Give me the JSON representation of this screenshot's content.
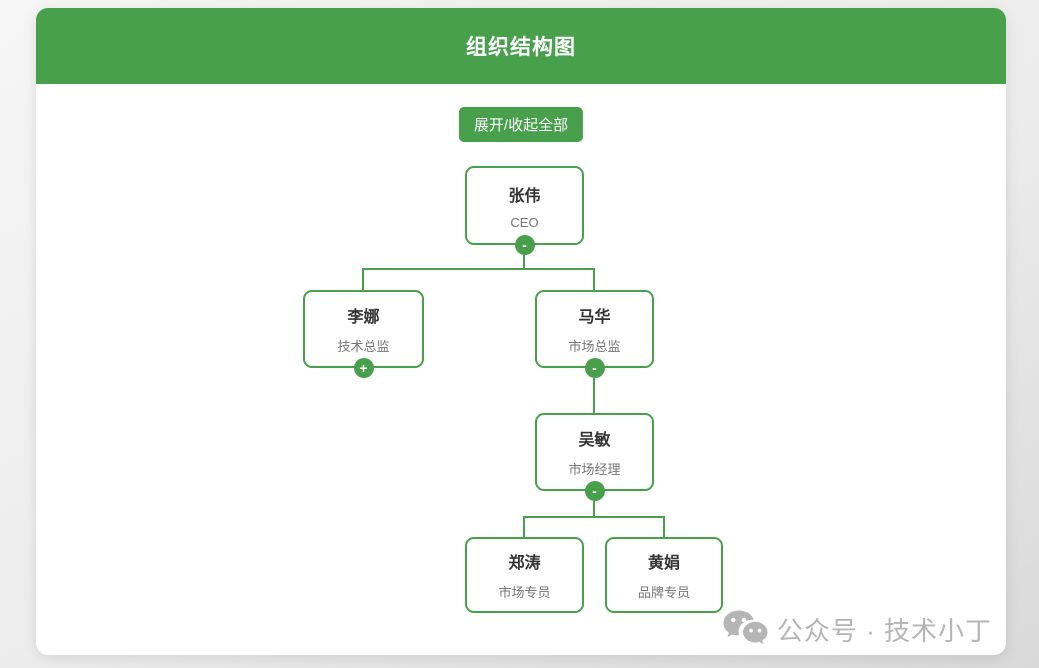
{
  "app": {
    "header_title": "组织结构图"
  },
  "toolbar": {
    "toggle_all_label": "展开/收起全部"
  },
  "org": {
    "nodes": [
      {
        "id": "ceo",
        "name": "张伟",
        "title": "CEO",
        "toggle": "-"
      },
      {
        "id": "lina",
        "name": "李娜",
        "title": "技术总监",
        "toggle": "+"
      },
      {
        "id": "mahua",
        "name": "马华",
        "title": "市场总监",
        "toggle": "-"
      },
      {
        "id": "wumin",
        "name": "吴敏",
        "title": "市场经理",
        "toggle": "-"
      },
      {
        "id": "zhengtao",
        "name": "郑涛",
        "title": "市场专员"
      },
      {
        "id": "huangjuan",
        "name": "黄娟",
        "title": "品牌专员"
      }
    ]
  },
  "watermark": {
    "icon": "wechat-icon",
    "text": "公众号 · 技术小丁"
  },
  "colors": {
    "primary_green": "#48a04d",
    "header_text": "#ffffff",
    "node_name_text": "#333333",
    "node_title_text": "#757575",
    "watermark_gray": "#b5b5b5",
    "card_bg": "#ffffff",
    "page_bg": "#e9e9e9"
  }
}
